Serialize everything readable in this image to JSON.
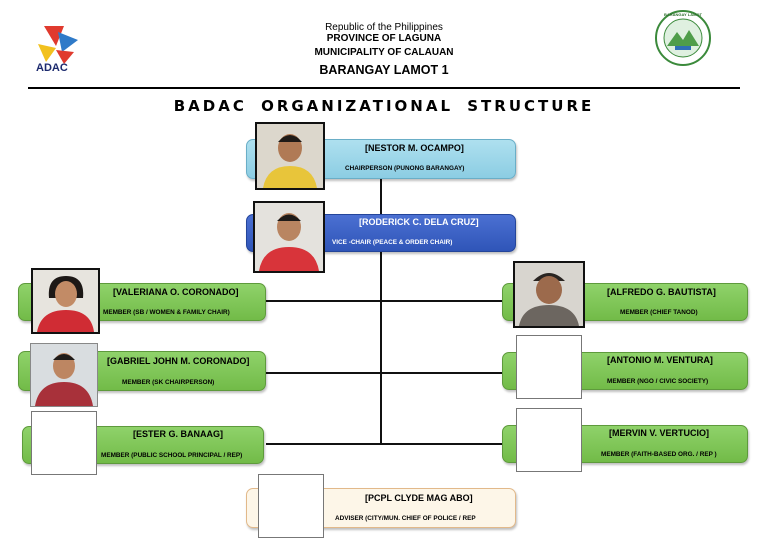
{
  "header": {
    "line1": "Republic of the Philippines",
    "line2": "PROVINCE OF LAGUNA",
    "line3": "MUNICIPALITY OF CALAUAN",
    "line4": "BARANGAY LAMOT 1",
    "left_logo_text": "ADAC",
    "seal_text": "BARANGAY LAMOT"
  },
  "title": "BADAC ORGANIZATIONAL  STRUCTURE",
  "members": {
    "chair": {
      "name": "[NESTOR M. OCAMPO]",
      "role": "CHAIRPERSON (PUNONG BARANGAY)"
    },
    "vice": {
      "name": "[RODERICK C. DELA CRUZ]",
      "role": "VICE -CHAIR (PEACE & ORDER CHAIR)"
    },
    "l1": {
      "name": "[VALERIANA O. CORONADO]",
      "role": "MEMBER (SB / WOMEN & FAMILY CHAIR)"
    },
    "l2": {
      "name": "[GABRIEL JOHN M. CORONADO]",
      "role": "MEMBER (SK CHAIRPERSON)"
    },
    "l3": {
      "name": "[ESTER G. BANAAG]",
      "role": "MEMBER (PUBLIC SCHOOL PRINCIPAL / REP)"
    },
    "r1": {
      "name": "[ALFREDO G. BAUTISTA]",
      "role": "MEMBER (CHIEF TANOD)"
    },
    "r2": {
      "name": "[ANTONIO M. VENTURA]",
      "role": "MEMBER (NGO / CIVIC SOCIETY)"
    },
    "r3": {
      "name": "[MERVIN V. VERTUCIO]",
      "role": "MEMBER (FAITH-BASED ORG. / REP )"
    },
    "adviser": {
      "name": "[PCPL CLYDE MAG ABO]",
      "role": "ADVISER (CITY/MUN. CHIEF OF POLICE / REP"
    }
  },
  "colors": {
    "chair": "#9fd6e8",
    "vice": "#3a5fc4",
    "member": "#7cc452",
    "adviser": "#fdf6e8"
  }
}
